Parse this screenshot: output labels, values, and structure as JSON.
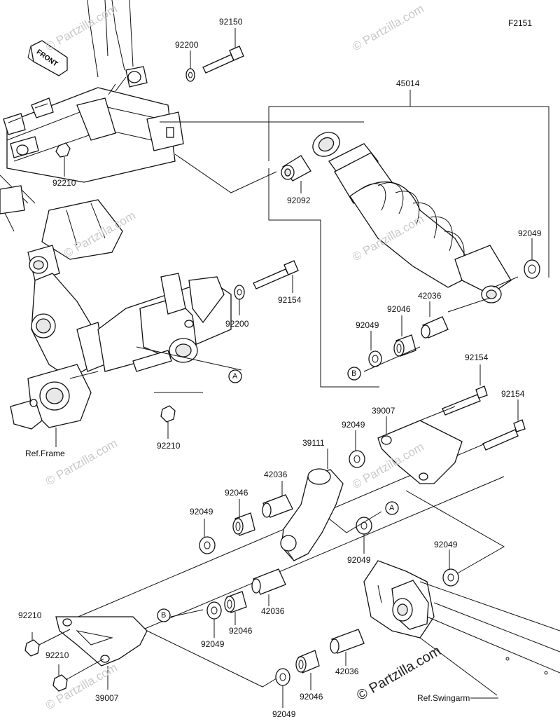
{
  "diagram_code": "F2151",
  "front_badge": "FRONT",
  "labels": {
    "p92150": "92150",
    "p92200_top": "92200",
    "p45014": "45014",
    "p92210_top": "92210",
    "p92092": "92092",
    "p92049_r1": "92049",
    "p42036_r1": "42036",
    "p92154_mid": "92154",
    "p92046_r1": "92046",
    "p92049_r2": "92049",
    "p92200_mid": "92200",
    "ref_frame": "Ref.Frame",
    "p92210_mid": "92210",
    "p92154_r2": "92154",
    "p92154_r3": "92154",
    "p39007_top": "39007",
    "p92049_l1": "92049",
    "p39111": "39111",
    "p42036_l1": "42036",
    "p92046_l1": "92046",
    "p92049_l2": "92049",
    "p92049_l3": "92049",
    "p92049_r3": "92049",
    "p42036_l2": "42036",
    "p92046_l2": "92046",
    "p92049_l4": "92049",
    "p92210_bl1": "92210",
    "p92210_bl2": "92210",
    "p39007_bot": "39007",
    "p42036_l3": "42036",
    "p92046_l3": "92046",
    "p92049_bot": "92049",
    "ref_swingarm": "Ref.Swingarm"
  },
  "callouts": {
    "a1": "A",
    "a2": "A",
    "b1": "B",
    "b2": "B"
  },
  "watermarks": {
    "text": "© Partzilla.com",
    "main": "© Partzilla.com"
  }
}
